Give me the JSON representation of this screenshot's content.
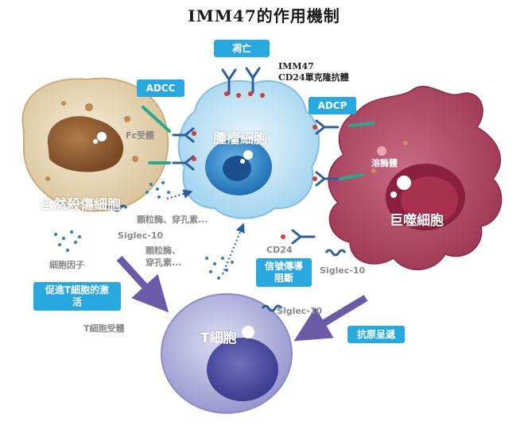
{
  "title": "IMM47的作用機制",
  "cells": {
    "tumor": "腫瘤細胞",
    "nk": "自然殺傷細胞",
    "macrophage": "巨噬細胞",
    "tcell": "T細胞"
  },
  "tags": {
    "apoptosis": "凋亡",
    "adcc": "ADCC",
    "adcp": "ADCP",
    "signal_block": "信號傳導\n阻斷",
    "t_activation": "促進T細胞的激\n活",
    "antigen": "抗原呈遞"
  },
  "labels": {
    "antibody": "IMM47\nCD24單克隆抗體",
    "fc_receptor": "Fc受體",
    "granzyme_nk": "顆粒酶、穿孔素...",
    "siglec_nk": "Siglec-10",
    "granzyme_t": "顆粒酶、\n穿孔素...",
    "cytokines": "細胞因子",
    "cd24": "CD24",
    "siglec_mac": "Siglec-10",
    "siglec_t": "Siglec-10",
    "lysosome": "溶酶體",
    "tcr": "T細胞受體"
  },
  "colors": {
    "tag_blue": "#29a8e0",
    "arrow_purple": "#6b5aa6",
    "antibody_blue": "#2b5f9e",
    "receptor_teal": "#2aa88a"
  }
}
